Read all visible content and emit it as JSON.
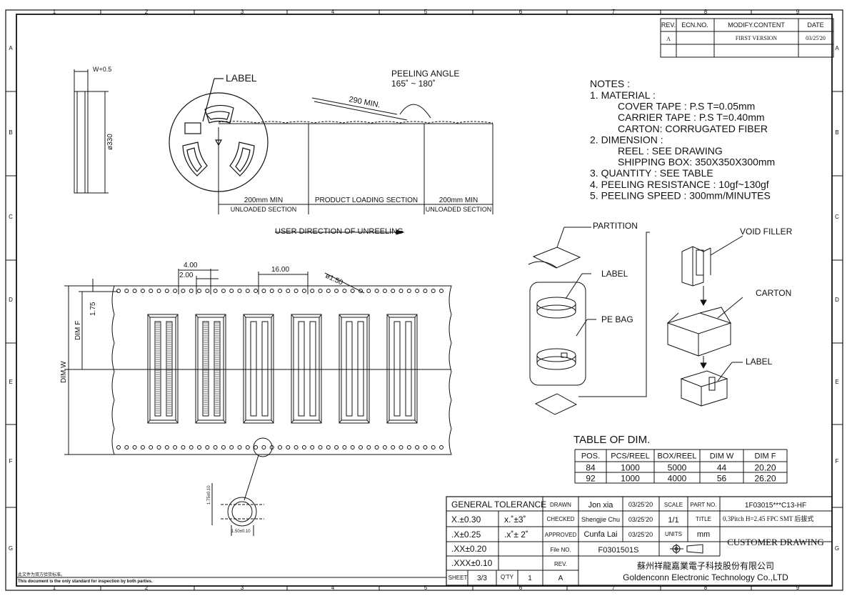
{
  "grid": {
    "columns": [
      "1",
      "2",
      "3",
      "4",
      "5",
      "6",
      "7",
      "8",
      "9"
    ],
    "rows": [
      "A",
      "B",
      "C",
      "D",
      "E",
      "F",
      "G"
    ]
  },
  "revision": {
    "headers": [
      "REV.",
      "ECN.NO.",
      "MODIFY.CONTENT",
      "DATE"
    ],
    "rows": [
      [
        "A",
        "",
        "FIRST VERSION",
        "03/25'20"
      ]
    ]
  },
  "reel": {
    "width_label": "W+0.5",
    "diameter_label": "ø330",
    "label_callout": "LABEL"
  },
  "tape": {
    "peeling_title": "PEELING ANGLE",
    "peeling_range": "165˚ ~ 180˚",
    "min_length": "290 MIN.",
    "left_len": "200mm MIN",
    "left_caption": "UNLOADED SECTION",
    "middle_caption": "PRODUCT LOADING SECTION",
    "right_len": "200mm MIN",
    "right_caption": "UNLOADED SECTION",
    "direction": "USER DIRECTION OF UNREELING"
  },
  "notes": {
    "title": "NOTES :",
    "lines": [
      "1. MATERIAL :",
      "COVER TAPE : P.S T=0.05mm",
      "CARRIER TAPE : P.S T=0.40mm",
      "CARTON: CORRUGATED FIBER",
      "2. DIMENSION :",
      "REEL : SEE DRAWING",
      "SHIPPING BOX: 350X350X300mm",
      "3. QUANTITY : SEE TABLE",
      "4. PEELING RESISTANCE : 10gf~130gf",
      "5. PEELING SPEED : 300mm/MINUTES"
    ]
  },
  "carrier": {
    "pitch_4": "4.00",
    "pitch_2": "2.00",
    "pitch_16": "16.00",
    "hole_dia": "ø1.50",
    "dim_175": "1.75",
    "dim_f": "DIM F",
    "dim_w": "DIM W",
    "detail_h": "1.75±0.10",
    "detail_w": "1.50±0.10"
  },
  "packaging": {
    "partition": "PARTITION",
    "label1": "LABEL",
    "pe_bag": "PE BAG",
    "void_filler": "VOID FILLER",
    "carton": "CARTON",
    "label2": "LABEL"
  },
  "dim_table": {
    "title": "TABLE OF DIM.",
    "headers": [
      "POS.",
      "PCS/REEL",
      "BOX/REEL",
      "DIM W",
      "DIM F"
    ],
    "rows": [
      [
        "84",
        "1000",
        "5000",
        "44",
        "20.20"
      ],
      [
        "92",
        "1000",
        "4000",
        "56",
        "26.20"
      ]
    ]
  },
  "title_block": {
    "general_tolerance": "GENERAL TOLERANCE",
    "tol_x": "X.±0.30",
    "tol_xx": ".X±0.25",
    "tol_xxx": ".XX±0.20",
    "tol_xxxx": ".XXX±0.10",
    "ang1": "x.˚±3˚",
    "ang2": ".x˚± 2˚",
    "drawn": "DRAWN",
    "drawn_name": "Jon xia",
    "drawn_date": "03/25'20",
    "checked": "CHECKED",
    "checked_name": "Shengjie Chu",
    "checked_date": "03/25'20",
    "approved": "APPROVED",
    "approved_name": "Cunfa Lai",
    "approved_date": "03/25'20",
    "scale": "SCALE",
    "scale_val": "1/1",
    "units": "UNITS",
    "units_val": "mm",
    "part_no": "PART NO.",
    "part_no_val": "1F03015***C13-HF",
    "title": "TITLE",
    "title_val": "0.3Pitch H=2.45 FPC SMT 后拔式",
    "customer_drawing": "CUSTOMER DRAWING",
    "file_no": "File NO.",
    "file_no_val": "F0301501S",
    "rev": "REV.",
    "rev_val": "A",
    "sheet": "SHEET",
    "sheet_val": "3/3",
    "qty": "Q'TY",
    "qty_val": "1",
    "company_cn": "蘇州祥龍嘉業電子科技股份有限公司",
    "company_en": "Goldenconn Electronic Technology Co.,LTD",
    "footer_cn": "此文件为双方验货标准。",
    "footer_en": "This document is the only standard for inspection by both parties."
  }
}
